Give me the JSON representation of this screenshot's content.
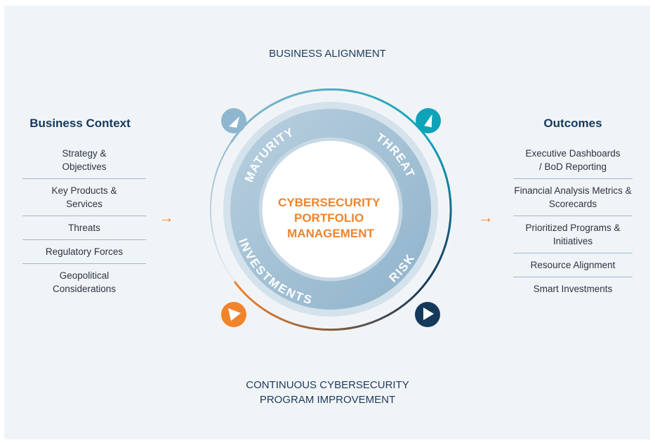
{
  "top_caption": "BUSINESS ALIGNMENT",
  "bottom_caption": "CONTINUOUS CYBERSECURITY\nPROGRAM IMPROVEMENT",
  "center_title": [
    "CYBERSECURITY",
    "PORTFOLIO",
    "MANAGEMENT"
  ],
  "ring_labels": {
    "maturity": "MATURITY",
    "threat": "THREAT",
    "investments": "INVESTMENTS",
    "risk": "RISK"
  },
  "left": {
    "title": "Business Context",
    "items": [
      "Strategy &\nObjectives",
      "Key Products &\nServices",
      "Threats",
      "Regulatory Forces",
      "Geopolitical\nConsiderations"
    ]
  },
  "right": {
    "title": "Outcomes",
    "items": [
      "Executive Dashboards\n/ BoD Reporting",
      "Financial Analysis Metrics &\nScorecards",
      "Prioritized Programs &\nInitiatives",
      "Resource Alignment",
      "Smart Investments"
    ]
  },
  "colors": {
    "navy": "#15395b",
    "orange": "#f0842c",
    "teal": "#0fa3b9",
    "ring": "#a6c3d7",
    "light_blue": "#8fb6cf"
  }
}
